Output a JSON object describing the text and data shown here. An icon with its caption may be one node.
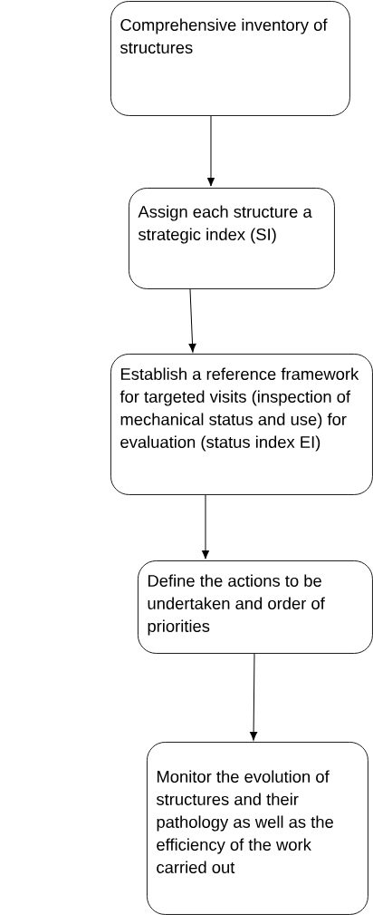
{
  "diagram": {
    "nodes": [
      {
        "text": [
          "Comprehensive inventory of structures"
        ]
      },
      {
        "text": [
          "Assign each structure a strategic index (SI)"
        ]
      },
      {
        "text": [
          "Establish a reference framework for targeted visits (inspection of mechanical status and use) for evaluation (status index EI)"
        ]
      },
      {
        "text": [
          "Define the actions to be undertaken and order of priorities"
        ]
      },
      {
        "text": [
          "Monitor the evolution of structures and their pathology as well as the efficiency of the work carried out"
        ]
      }
    ],
    "edges": [
      {
        "from": 0,
        "to": 1,
        "arrow": "to"
      },
      {
        "from": 1,
        "to": 2,
        "arrow": "to"
      },
      {
        "from": 2,
        "to": 3,
        "arrow": "to"
      },
      {
        "from": 3,
        "to": 4,
        "arrow": "to"
      }
    ]
  }
}
